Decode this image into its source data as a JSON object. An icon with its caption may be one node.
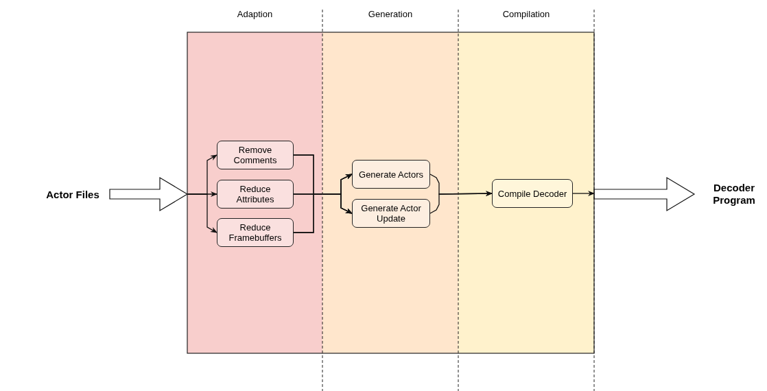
{
  "diagram": {
    "nodes": [
      {
        "text": [
          "Adaption"
        ]
      },
      {
        "text": [
          "Generation"
        ]
      },
      {
        "text": [
          "Compilation"
        ]
      },
      {
        "text": [
          "Actor Files"
        ]
      },
      {
        "text": [
          "Remove Comments"
        ],
        "in": 0
      },
      {
        "text": [
          "Reduce Attributes"
        ],
        "in": 0
      },
      {
        "text": [
          "Reduce Framebuffers"
        ],
        "in": 0
      },
      {
        "text": [
          "Generate Actors"
        ],
        "in": 1
      },
      {
        "text": [
          "Generate Actor Update"
        ],
        "in": 1
      },
      {
        "text": [
          "Compile Decoder"
        ],
        "in": 2
      },
      {
        "text": [
          "Decoder Program"
        ]
      }
    ],
    "edges": [
      {
        "from": 3,
        "to": 0,
        "arrow": "to",
        "style": "thick"
      },
      {
        "from": null,
        "to": 4,
        "arrow": "to"
      },
      {
        "from": null,
        "to": 5,
        "arrow": "to"
      },
      {
        "from": null,
        "to": 6,
        "arrow": "to"
      },
      {
        "from": 4,
        "to": 7,
        "arrow": "to"
      },
      {
        "from": 4,
        "to": 8,
        "arrow": "to"
      },
      {
        "from": 5,
        "to": 7,
        "arrow": "to"
      },
      {
        "from": 5,
        "to": 8,
        "arrow": "to"
      },
      {
        "from": 6,
        "to": 7,
        "arrow": "to"
      },
      {
        "from": 6,
        "to": 8,
        "arrow": "to"
      },
      {
        "from": 7,
        "to": 9,
        "arrow": "to"
      },
      {
        "from": 8,
        "to": 9,
        "arrow": "to"
      },
      {
        "from": 9,
        "to": null,
        "arrow": "to"
      },
      {
        "from": 2,
        "to": 10,
        "arrow": "to",
        "style": "thick"
      }
    ]
  }
}
